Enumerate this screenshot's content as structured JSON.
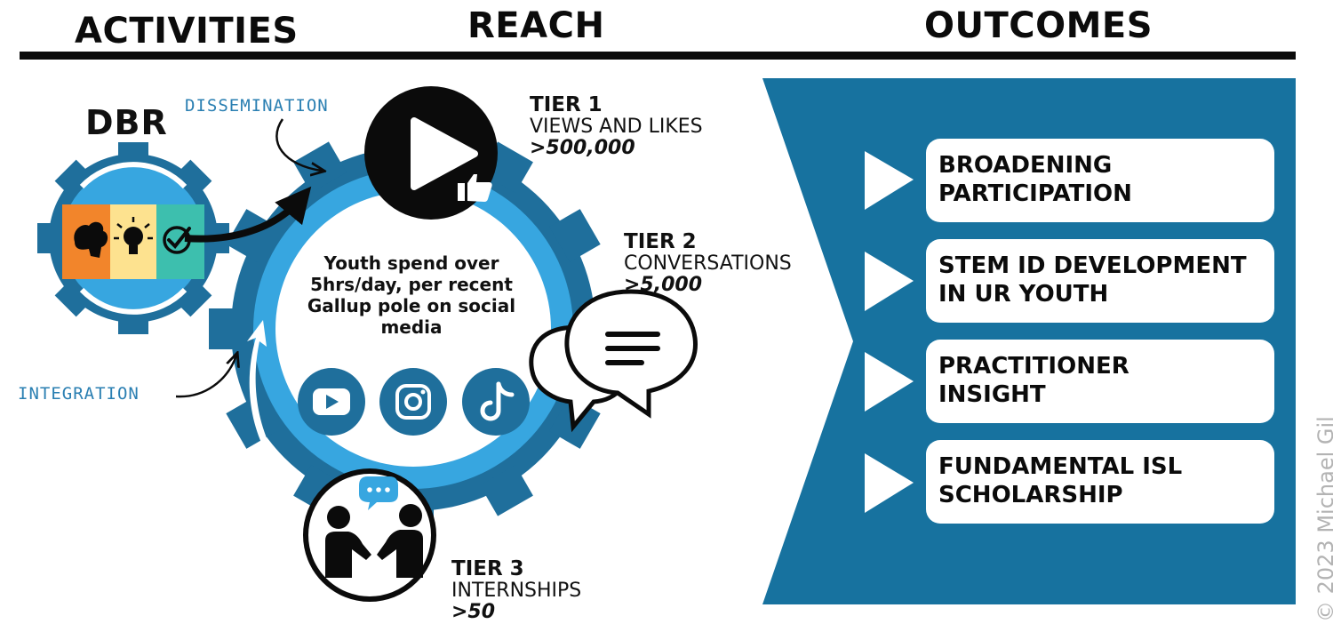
{
  "headers": {
    "activities": "ACTIVITIES",
    "reach": "REACH",
    "outcomes": "OUTCOMES"
  },
  "activities": {
    "dbr_label": "DBR",
    "dissemination_label": "DISSEMINATION",
    "integration_label": "INTEGRATION",
    "dbr_icons": [
      "brain-icon",
      "lightbulb-icon",
      "check-circle-icon"
    ]
  },
  "reach": {
    "center_text": "Youth spend over 5hrs/day, per recent Gallup pole on social media",
    "social_icons": [
      "youtube-icon",
      "instagram-icon",
      "tiktok-icon"
    ],
    "tiers": [
      {
        "title": "TIER 1",
        "label": "VIEWS AND LIKES",
        "value": ">500,000",
        "icon": "play-thumbs-up-icon"
      },
      {
        "title": "TIER 2",
        "label": "CONVERSATIONS",
        "value": ">5,000",
        "icon": "speech-bubbles-icon"
      },
      {
        "title": "TIER 3",
        "label": "INTERNSHIPS",
        "value": ">50",
        "icon": "handshake-people-icon"
      }
    ]
  },
  "outcomes": [
    "BROADENING\nPARTICIPATION",
    "STEM ID DEVELOPMENT\nIN UR YOUTH",
    "PRACTITIONER\nINSIGHT",
    "FUNDAMENTAL ISL\nSCHOLARSHIP"
  ],
  "copyright": "© 2023 Michael Gil",
  "colors": {
    "dark_blue": "#1f6f9c",
    "mid_blue": "#2a8cc4",
    "light_blue": "#37a6e0",
    "outcomes_panel": "#17729f",
    "dbr_orange": "#f2852b",
    "dbr_yellow": "#fde28f",
    "dbr_teal": "#3dbfae",
    "black": "#0b0b0b"
  }
}
